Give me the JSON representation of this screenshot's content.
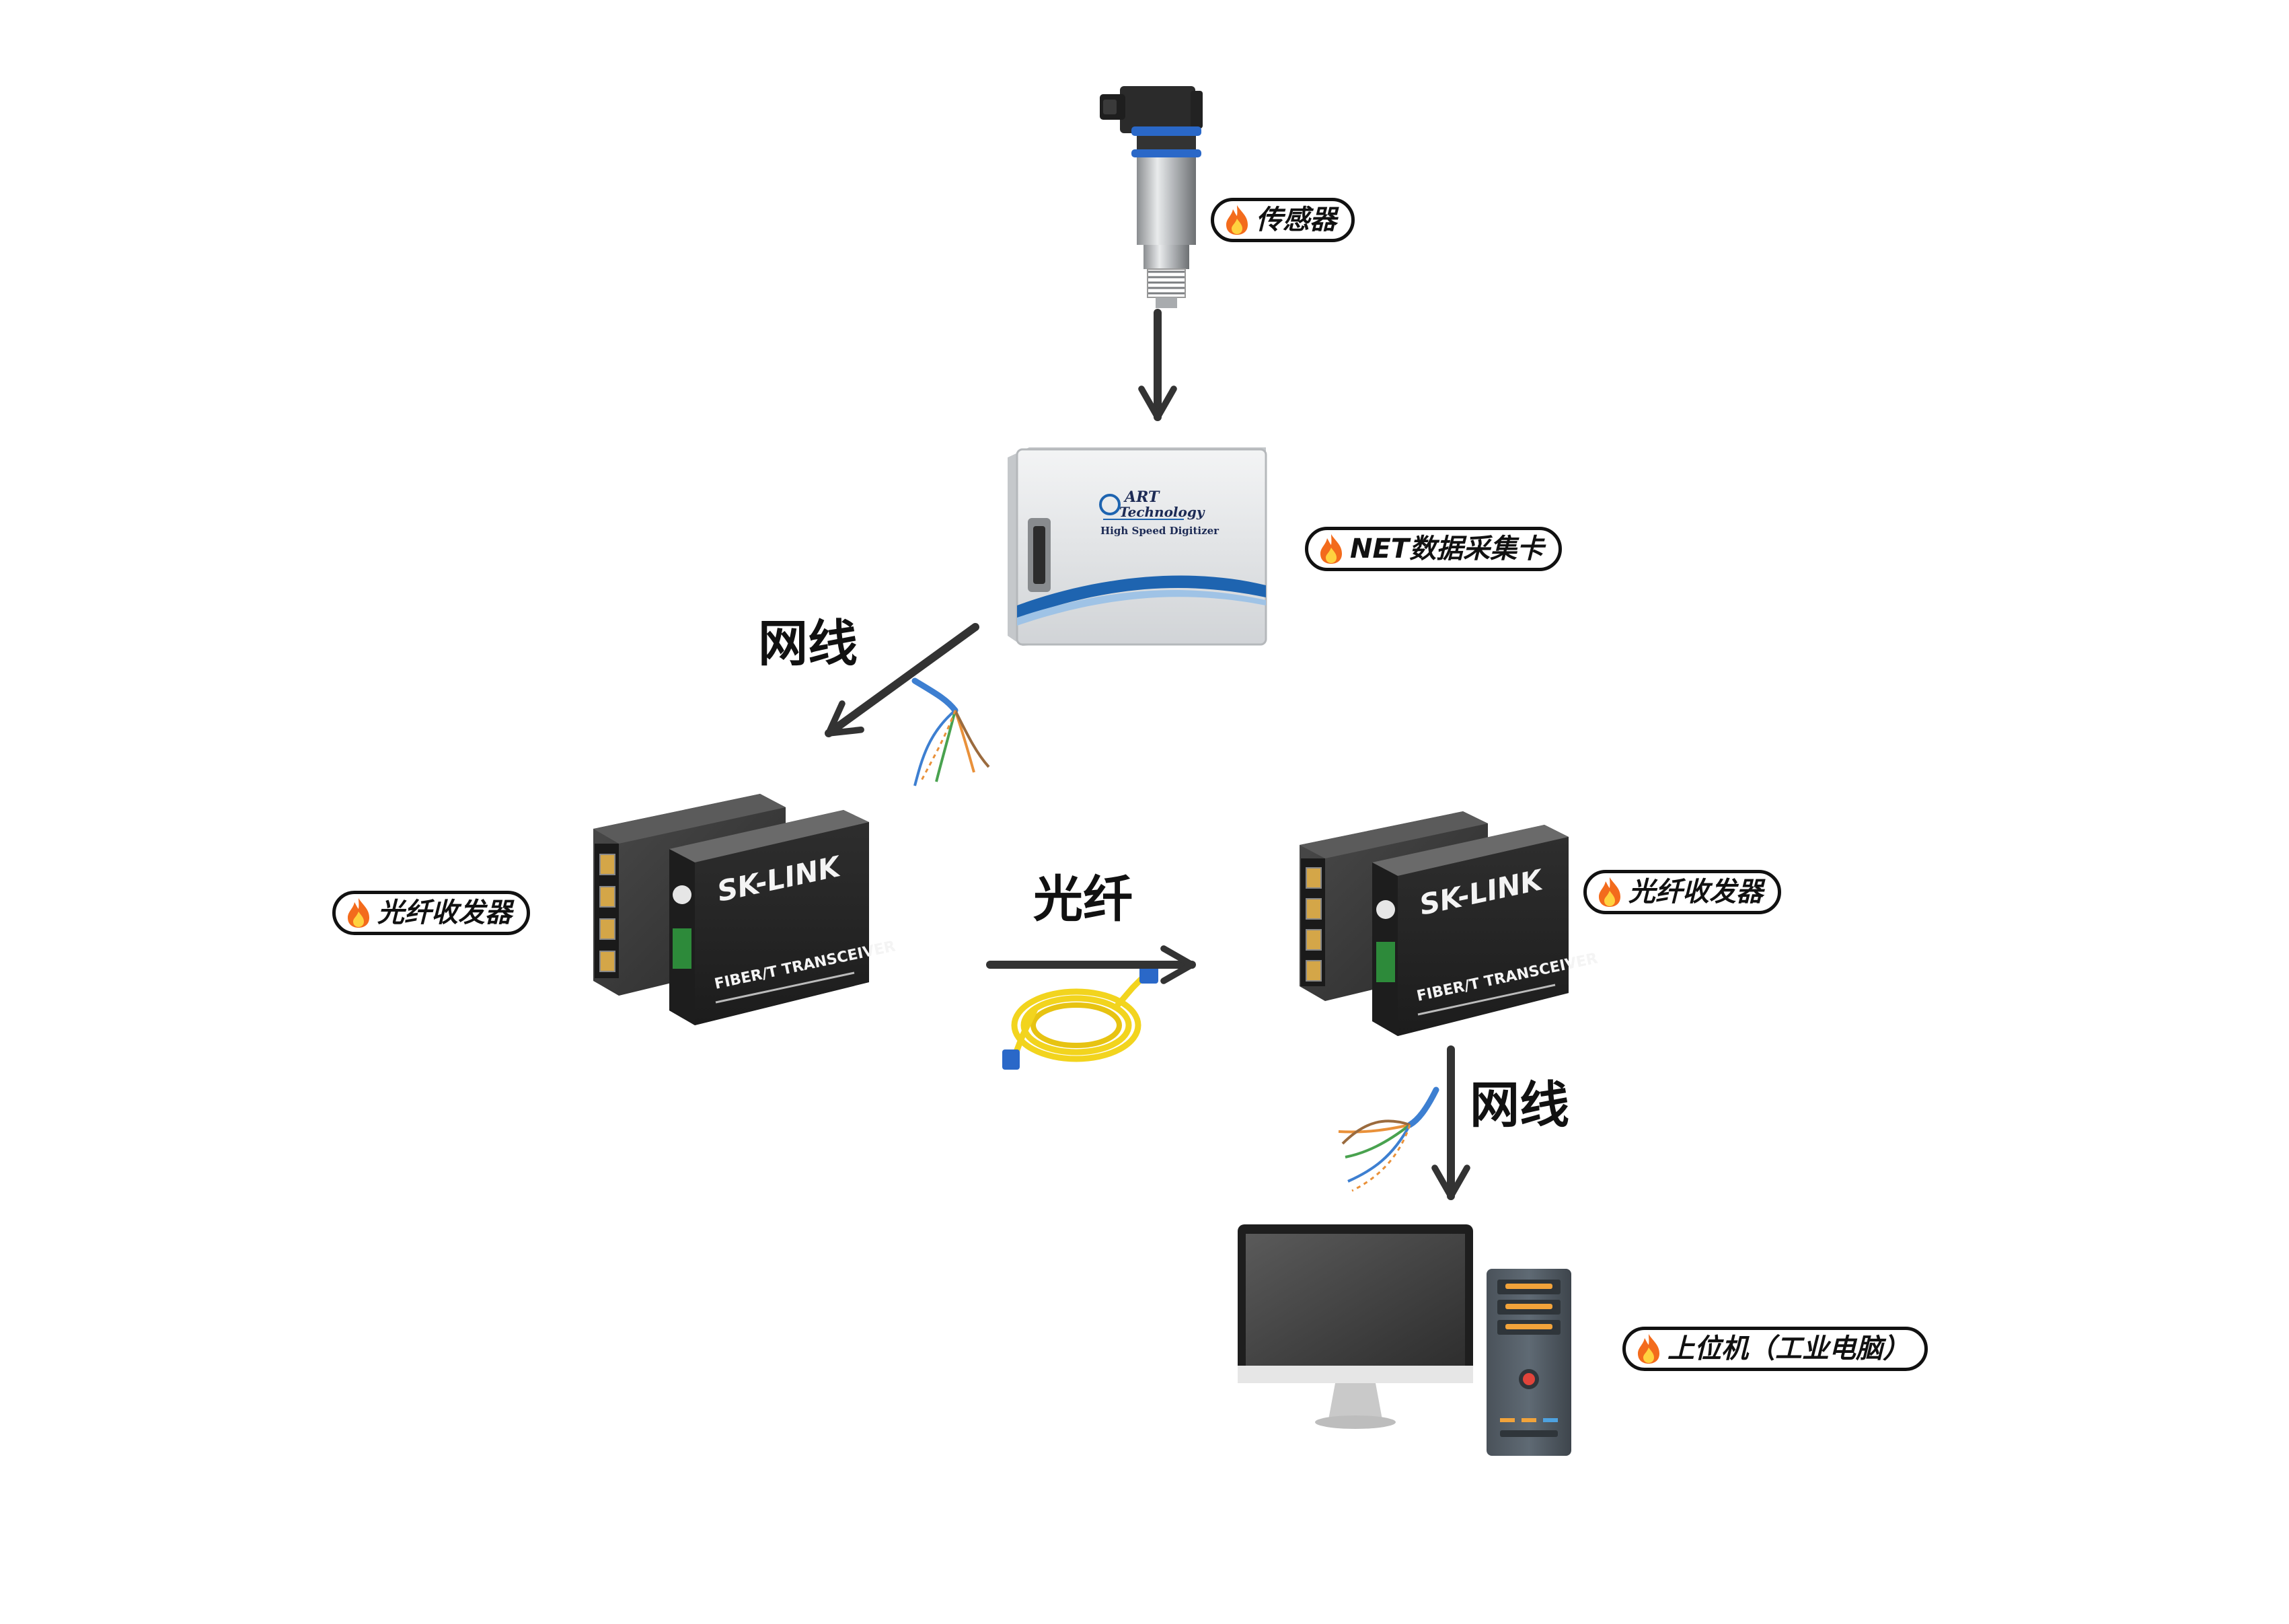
{
  "nodes": {
    "sensor": {
      "label": "传感器"
    },
    "daq": {
      "label": "NET数据采集卡",
      "brand_line1": "ART",
      "brand_line2": "Technology",
      "subtitle": "High Speed Digitizer"
    },
    "transceiver_left": {
      "label": "光纤收发器",
      "brand": "SK-LINK",
      "model": "FIBER/T TRANSCEIVER"
    },
    "transceiver_right": {
      "label": "光纤收发器",
      "brand": "SK-LINK",
      "model": "FIBER/T TRANSCEIVER"
    },
    "host": {
      "label": "上位机（工业电脑）"
    }
  },
  "edges": {
    "sensor_to_daq": {
      "label": ""
    },
    "daq_to_transceiver": {
      "label": "网线"
    },
    "fiber_link": {
      "label": "光纤"
    },
    "transceiver_to_host": {
      "label": "网线"
    }
  },
  "icons": {
    "label_marker": "flame-icon",
    "arrow": "arrow-icon"
  },
  "colors": {
    "arrow": "#333333",
    "pill_border": "#111111",
    "flame_outer": "#f36b1c",
    "flame_inner": "#ffd23f",
    "fiber_cable": "#f2d41e",
    "connector": "#2a68c8",
    "device_dark": "#3a3a3a",
    "daq_silver": "#d8dbde",
    "daq_swoosh": "#1e64b0"
  }
}
